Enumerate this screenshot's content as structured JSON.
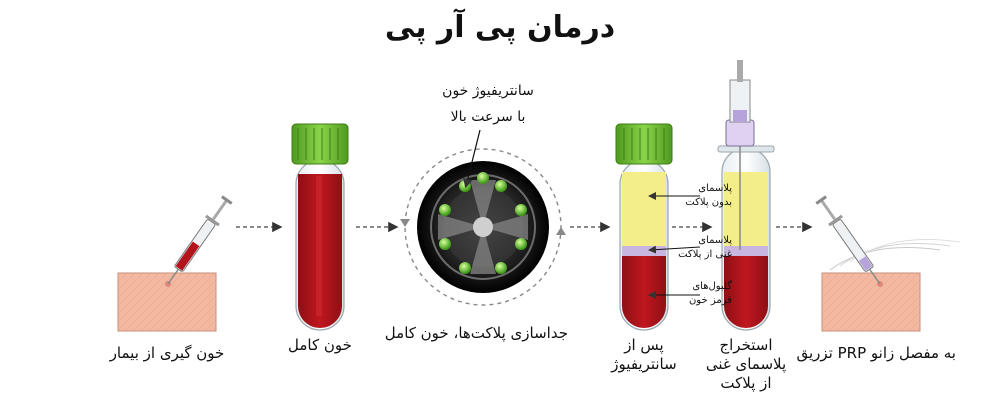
{
  "title": "درمان پی آر پی",
  "steps": {
    "blood_draw": "خون گیری از بیمار",
    "whole_blood": "خون کامل",
    "separation": "جداسازی پلاکت‌ها، خون کامل",
    "after_centrifuge_1": "پس از",
    "after_centrifuge_2": "سانتریفیوژ",
    "extract_1": "استخراج",
    "extract_2": "پلاسمای غنی",
    "extract_3": "از پلاکت",
    "inject": "به مفصل زانو PRP تزریق"
  },
  "centrifuge": {
    "label_1": "سانتریفیوژ خون",
    "label_2": "با سرعت بالا"
  },
  "layers": {
    "ppp_1": "پلاسمای",
    "ppp_2": "بدون پلاکت",
    "prp_1": "پلاسمای",
    "prp_2": "غنی از پلاکت",
    "rbc_1": "گلبول‌های",
    "rbc_2": "قرمز خون"
  },
  "colors": {
    "blood": "#b3141c",
    "plasma": "#f4ee8a",
    "cap": "#6fbf2f",
    "skin": "#f2b9a0"
  }
}
